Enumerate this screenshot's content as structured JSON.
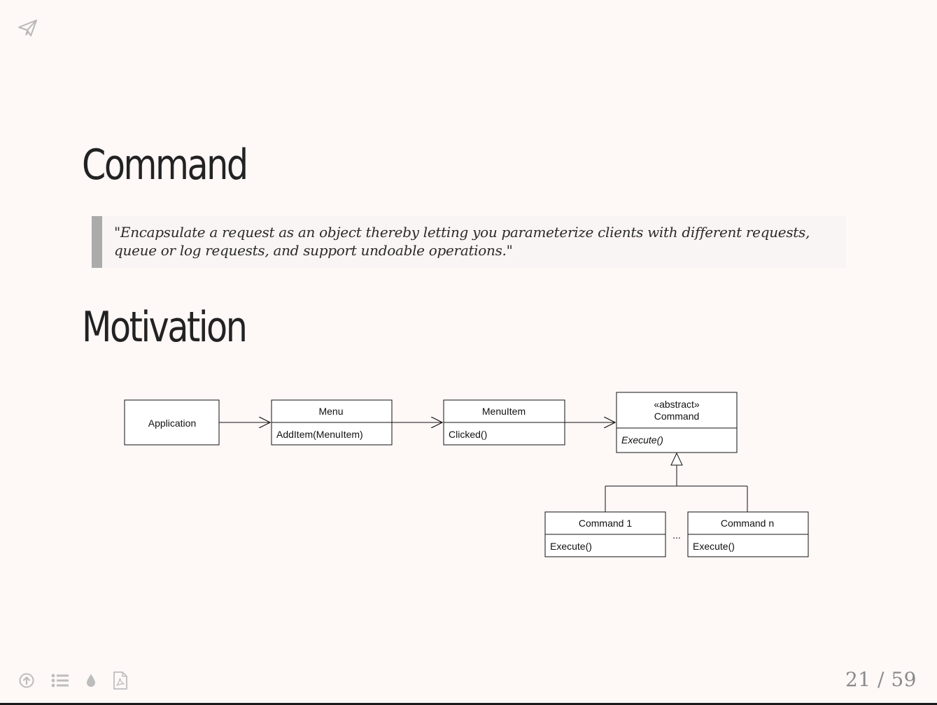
{
  "slide": {
    "title": "Command",
    "quote": "\"Encapsulate a request as an object thereby letting you parameterize clients with different requests, queue or log requests, and support undoable operations.\"",
    "subtitle": "Motivation"
  },
  "diagram": {
    "application": "Application",
    "menu": {
      "name": "Menu",
      "method": "AddItem(MenuItem)"
    },
    "menuitem": {
      "name": "MenuItem",
      "method": "Clicked()"
    },
    "command": {
      "stereotype": "«abstract»",
      "name": "Command",
      "method": "Execute()"
    },
    "command1": {
      "name": "Command 1",
      "method": "Execute()"
    },
    "commandn": {
      "name": "Command n",
      "method": "Execute()"
    },
    "ellipsis": "..."
  },
  "pagination": {
    "current": "21",
    "separator": "/",
    "total": "59"
  },
  "icons": {
    "logo": "paper-plane-icon",
    "tools": [
      "arrow-up-circle-icon",
      "list-icon",
      "droplet-icon",
      "pdf-icon"
    ]
  },
  "colors": {
    "background": "#fef8f7",
    "quote_bar": "#ababab",
    "icon": "#bdbdbd"
  }
}
